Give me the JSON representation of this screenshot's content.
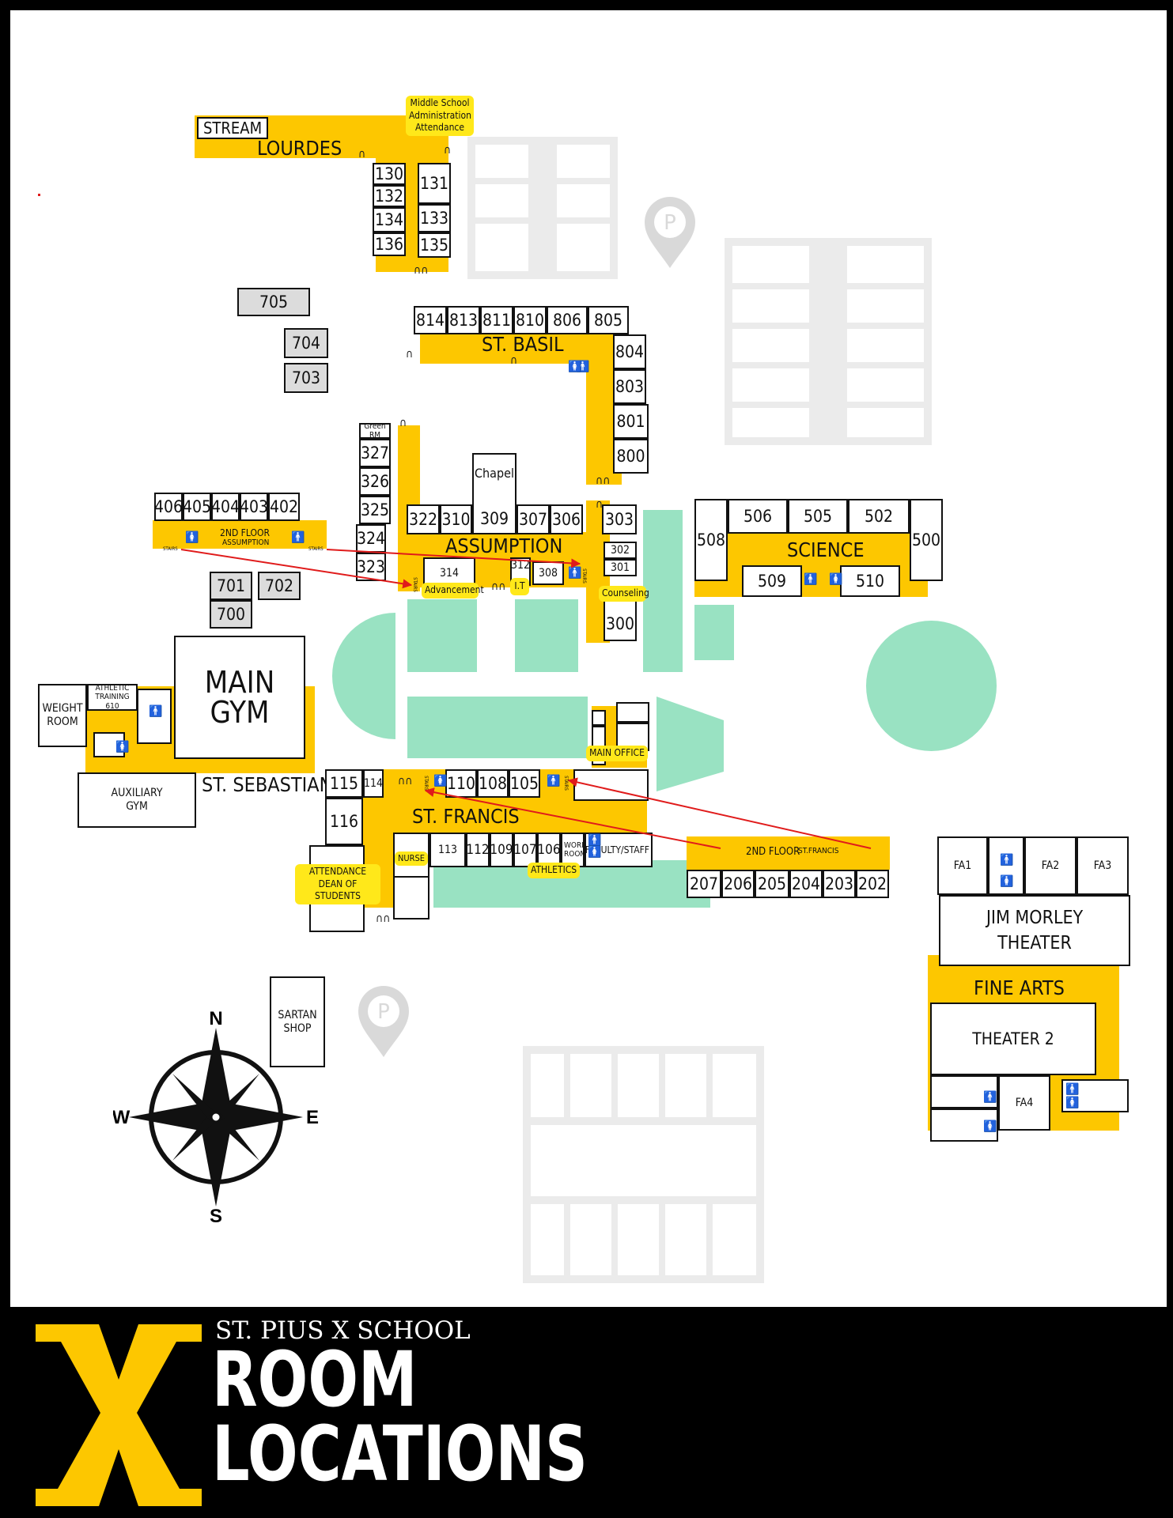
{
  "colors": {
    "hall": "#fdc700",
    "green": "#99e2c2",
    "tag": "#ffe81a",
    "border": "#111111",
    "arrow": "#e01b1b",
    "lot": "#ebebeb"
  },
  "parking_icon": "P",
  "halls": {
    "lourdes": "LOURDES",
    "stream": "STREAM",
    "st_basil": "ST. BASIL",
    "assumption": "ASSUMPTION",
    "science": "SCIENCE",
    "st_sebastian": "ST. SEBASTIAN",
    "st_francis": "ST. FRANCIS",
    "fine_arts": "FINE ARTS",
    "second_floor_assumption": "2ND FLOOR",
    "second_floor_assumption_sub": "ASSUMPTION",
    "second_floor_st_francis": "2ND FLOOR",
    "second_floor_st_francis_sub": "ST.FRANCIS"
  },
  "tags": {
    "middle_school_1": "Middle School",
    "middle_school_2": "Administration",
    "middle_school_3": "Attendance",
    "advancement": "Advancement",
    "it": "I.T",
    "counseling": "Counseling",
    "main_office": "MAIN OFFICE",
    "nurse": "NURSE",
    "attendance_1": "ATTENDANCE",
    "attendance_2": "DEAN OF STUDENTS",
    "athletics": "ATHLETICS"
  },
  "rooms": {
    "r130": "130",
    "r131": "131",
    "r132": "132",
    "r133": "133",
    "r134": "134",
    "r135": "135",
    "r136": "136",
    "r705": "705",
    "r704": "704",
    "r703": "703",
    "r814": "814",
    "r813": "813",
    "r811": "811",
    "r810": "810",
    "r806": "806",
    "r805": "805",
    "r804": "804",
    "r803": "803",
    "r801": "801",
    "r800": "800",
    "green_rm": "Green RM",
    "r327": "327",
    "r326": "326",
    "r325": "325",
    "r324": "324",
    "r323": "323",
    "r406": "406",
    "r405": "405",
    "r404": "404",
    "r403": "403",
    "r402": "402",
    "chapel": "Chapel",
    "r309": "309",
    "r322": "322",
    "r310": "310",
    "r307": "307",
    "r306": "306",
    "r303": "303",
    "r302": "302",
    "r301": "301",
    "r300": "300",
    "r314": "314",
    "r312": "312",
    "r308": "308",
    "r508": "508",
    "r506": "506",
    "r505": "505",
    "r502": "502",
    "r500": "500",
    "r509": "509",
    "r510": "510",
    "r701": "701",
    "r702": "702",
    "r700": "700",
    "main_gym": "MAIN GYM",
    "weight_room_1": "WEIGHT",
    "weight_room_2": "ROOM",
    "athletic_training_1": "ATHLETIC",
    "athletic_training_2": "TRAINING 610",
    "auxiliary_gym_1": "AUXILIARY",
    "auxiliary_gym_2": "GYM",
    "r115": "115",
    "r114": "114",
    "r116": "116",
    "r110": "110",
    "r108": "108",
    "r105": "105",
    "r113": "113",
    "r112": "112",
    "r109": "109",
    "r107": "107",
    "r106": "106",
    "work_room_1": "WORK",
    "work_room_2": "ROOM",
    "faculty_staff": "FACULTY/STAFF",
    "r207": "207",
    "r206": "206",
    "r205": "205",
    "r204": "204",
    "r203": "203",
    "r202": "202",
    "fa1": "FA1",
    "fa2": "FA2",
    "fa3": "FA3",
    "fa4": "FA4",
    "jim_morley_1": "JIM MORLEY",
    "jim_morley_2": "THEATER",
    "theater_2": "THEATER 2",
    "sartan_shop_1": "SARTAN",
    "sartan_shop_2": "SHOP"
  },
  "stairs": "STAIRS",
  "compass": {
    "n": "N",
    "s": "S",
    "e": "E",
    "w": "W"
  },
  "footer": {
    "school": "ST. PIUS X SCHOOL",
    "line1": "ROOM",
    "line2": "LOCATIONS",
    "logo": "X"
  }
}
